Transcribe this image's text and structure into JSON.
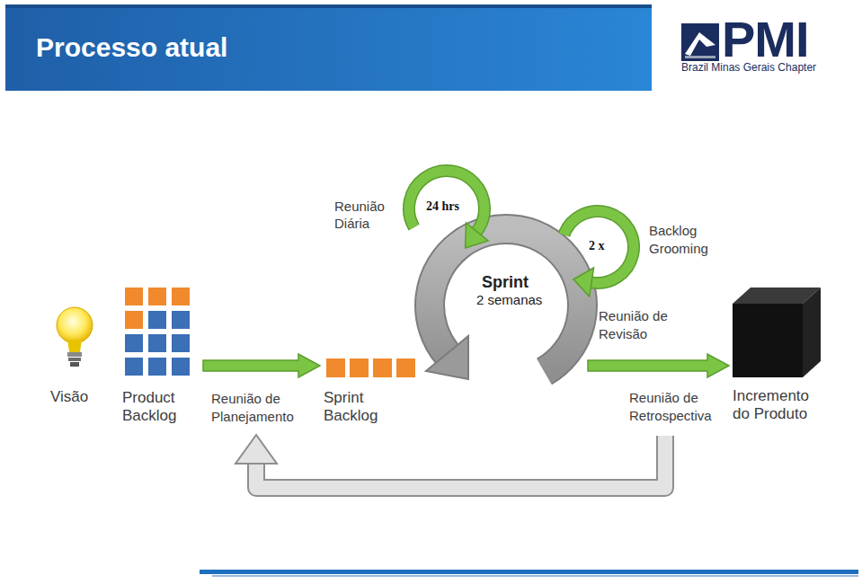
{
  "diagram": {
    "title": "Processo atual",
    "nodes": [
      {
        "text": [
          "Visão"
        ]
      },
      {
        "text": [
          "Product Backlog"
        ]
      },
      {
        "text": [
          "Sprint Backlog"
        ]
      },
      {
        "text": [
          "Sprint",
          "2 semanas"
        ]
      },
      {
        "text": [
          "Incremento do Produto"
        ]
      }
    ],
    "edges": [
      {
        "from": 1,
        "to": 2,
        "arrow": "to",
        "label": "Reunião de Planejamento"
      },
      {
        "from": 3,
        "to": 4,
        "arrow": "to",
        "label": "Reunião de Revisão"
      }
    ],
    "labels": [
      "PMI",
      "Brazil Minas Gerais Chapter",
      "Reunião Diária",
      "24 hrs",
      "2 x",
      "Backlog Grooming",
      "Reunião de Retrospectiva"
    ]
  }
}
